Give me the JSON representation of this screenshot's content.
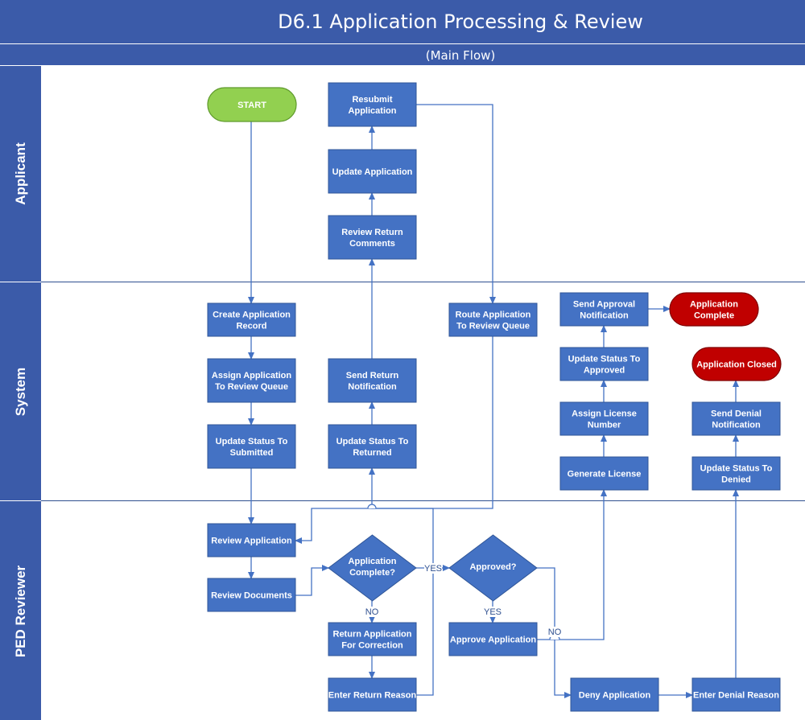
{
  "header": {
    "title": "D6.1 Application Processing & Review",
    "subtitle": "(Main Flow)"
  },
  "lanes": [
    {
      "id": "applicant",
      "label": "Applicant"
    },
    {
      "id": "system",
      "label": "System"
    },
    {
      "id": "ped",
      "label": "PED Reviewer"
    }
  ],
  "nodes": [
    {
      "id": "start",
      "shape": "terminator-start",
      "lines": [
        "START"
      ]
    },
    {
      "id": "resubmit",
      "shape": "process",
      "lines": [
        "Resubmit",
        "Application"
      ]
    },
    {
      "id": "update-app",
      "shape": "process",
      "lines": [
        "Update Application"
      ]
    },
    {
      "id": "review-return-comments",
      "shape": "process",
      "lines": [
        "Review Return",
        "Comments"
      ]
    },
    {
      "id": "create-record",
      "shape": "process",
      "lines": [
        "Create Application",
        "Record"
      ]
    },
    {
      "id": "assign-queue",
      "shape": "process",
      "lines": [
        "Assign Application",
        "To Review Queue"
      ]
    },
    {
      "id": "status-submitted",
      "shape": "process",
      "lines": [
        "Update Status To",
        "Submitted"
      ]
    },
    {
      "id": "send-return",
      "shape": "process",
      "lines": [
        "Send Return",
        "Notification"
      ]
    },
    {
      "id": "status-returned",
      "shape": "process",
      "lines": [
        "Update Status To",
        "Returned"
      ]
    },
    {
      "id": "route-queue",
      "shape": "process",
      "lines": [
        "Route Application",
        "To Review Queue"
      ]
    },
    {
      "id": "send-approval",
      "shape": "process",
      "lines": [
        "Send Approval",
        "Notification"
      ]
    },
    {
      "id": "app-complete",
      "shape": "terminator-end",
      "lines": [
        "Application",
        "Complete"
      ]
    },
    {
      "id": "status-approved",
      "shape": "process",
      "lines": [
        "Update Status To",
        "Approved"
      ]
    },
    {
      "id": "app-closed",
      "shape": "terminator-end",
      "lines": [
        "Application Closed"
      ]
    },
    {
      "id": "assign-license",
      "shape": "process",
      "lines": [
        "Assign License",
        "Number"
      ]
    },
    {
      "id": "send-denial",
      "shape": "process",
      "lines": [
        "Send Denial",
        "Notification"
      ]
    },
    {
      "id": "generate-license",
      "shape": "process",
      "lines": [
        "Generate License"
      ]
    },
    {
      "id": "status-denied",
      "shape": "process",
      "lines": [
        "Update Status To",
        "Denied"
      ]
    },
    {
      "id": "review-app",
      "shape": "process",
      "lines": [
        "Review Application"
      ]
    },
    {
      "id": "review-docs",
      "shape": "process",
      "lines": [
        "Review Documents"
      ]
    },
    {
      "id": "complete-q",
      "shape": "decision",
      "lines": [
        "Application",
        "Complete?"
      ]
    },
    {
      "id": "approved-q",
      "shape": "decision",
      "lines": [
        "Approved?"
      ]
    },
    {
      "id": "return-correction",
      "shape": "process",
      "lines": [
        "Return Application",
        "For Correction"
      ]
    },
    {
      "id": "approve-app",
      "shape": "process",
      "lines": [
        "Approve Application"
      ]
    },
    {
      "id": "enter-return",
      "shape": "process",
      "lines": [
        "Enter Return Reason"
      ]
    },
    {
      "id": "deny-app",
      "shape": "process",
      "lines": [
        "Deny Application"
      ]
    },
    {
      "id": "enter-denial",
      "shape": "process",
      "lines": [
        "Enter Denial Reason"
      ]
    }
  ],
  "edge_labels": [
    {
      "id": "yes-complete",
      "text": "YES"
    },
    {
      "id": "no-complete",
      "text": "NO"
    },
    {
      "id": "yes-approved",
      "text": "YES"
    },
    {
      "id": "no-approved",
      "text": "NO"
    }
  ],
  "colors": {
    "header_bg": "#3b5ba9",
    "lane_bg": "#3b5ba9",
    "process_fill": "#4472c4",
    "process_stroke": "#2f5597",
    "start_fill": "#92d050",
    "start_stroke": "#5f9a2c",
    "end_fill": "#c00000",
    "end_stroke": "#7f0000",
    "connector": "#4472c4",
    "divider": "#2f4f8f"
  }
}
